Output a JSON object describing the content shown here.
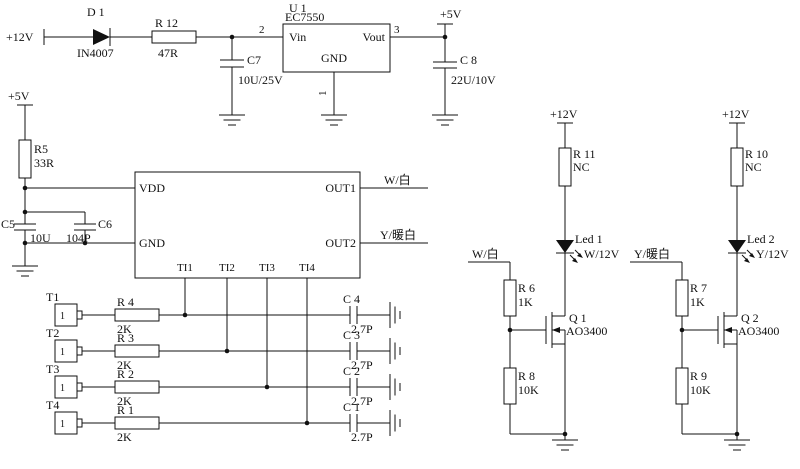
{
  "psu": {
    "vin": "+12V",
    "vout": "+5V",
    "d1": {
      "ref": "D 1",
      "val": "IN4007"
    },
    "r12": {
      "ref": "R 12",
      "val": "47R"
    },
    "u1": {
      "ref": "U 1",
      "part": "EC7550",
      "vin": "Vin",
      "vout": "Vout",
      "gnd": "GND",
      "pin1": "1",
      "pin2": "2",
      "pin3": "3"
    },
    "c7": {
      "ref": "C7",
      "val": "10U/25V"
    },
    "c8": {
      "ref": "C 8",
      "val": "22U/10V"
    }
  },
  "ctrl": {
    "v5": "+5V",
    "r5": {
      "ref": "R5",
      "val": "33R"
    },
    "c5": {
      "ref": "C5",
      "val": "10U"
    },
    "c6": {
      "ref": "C6",
      "val": "104P"
    },
    "vdd": "VDD",
    "gnd": "GND",
    "out1": "OUT1",
    "out2": "OUT2",
    "out1_net": "W/白",
    "out2_net": "Y/暖白",
    "ti1": "TI1",
    "ti2": "TI2",
    "ti3": "TI3",
    "ti4": "TI4"
  },
  "touch": {
    "rows": [
      {
        "pad": "T1",
        "pin": "1",
        "rref": "R 4",
        "rval": "2K",
        "cref": "C 4",
        "cval": "2.7P"
      },
      {
        "pad": "T2",
        "pin": "1",
        "rref": "R 3",
        "rval": "2K",
        "cref": "C 3",
        "cval": "2.7P"
      },
      {
        "pad": "T3",
        "pin": "1",
        "rref": "R 2",
        "rval": "2K",
        "cref": "C 2",
        "cval": "2.7P"
      },
      {
        "pad": "T4",
        "pin": "1",
        "rref": "R 1",
        "rval": "2K",
        "cref": "C 1",
        "cval": "2.7P"
      }
    ]
  },
  "drivers": [
    {
      "v12": "+12V",
      "rtop": {
        "ref": "R 11",
        "val": "NC"
      },
      "led": {
        "ref": "Led 1",
        "val": "W/12V"
      },
      "q": {
        "ref": "Q 1",
        "val": "AO3400"
      },
      "rgate": {
        "ref": "R 6",
        "val": "1K"
      },
      "rpull": {
        "ref": "R 8",
        "val": "10K"
      },
      "input": "W/白"
    },
    {
      "v12": "+12V",
      "rtop": {
        "ref": "R 10",
        "val": "NC"
      },
      "led": {
        "ref": "Led 2",
        "val": "Y/12V"
      },
      "q": {
        "ref": "Q 2",
        "val": "AO3400"
      },
      "rgate": {
        "ref": "R 7",
        "val": "1K"
      },
      "rpull": {
        "ref": "R 9",
        "val": "10K"
      },
      "input": "Y/暖白"
    }
  ]
}
